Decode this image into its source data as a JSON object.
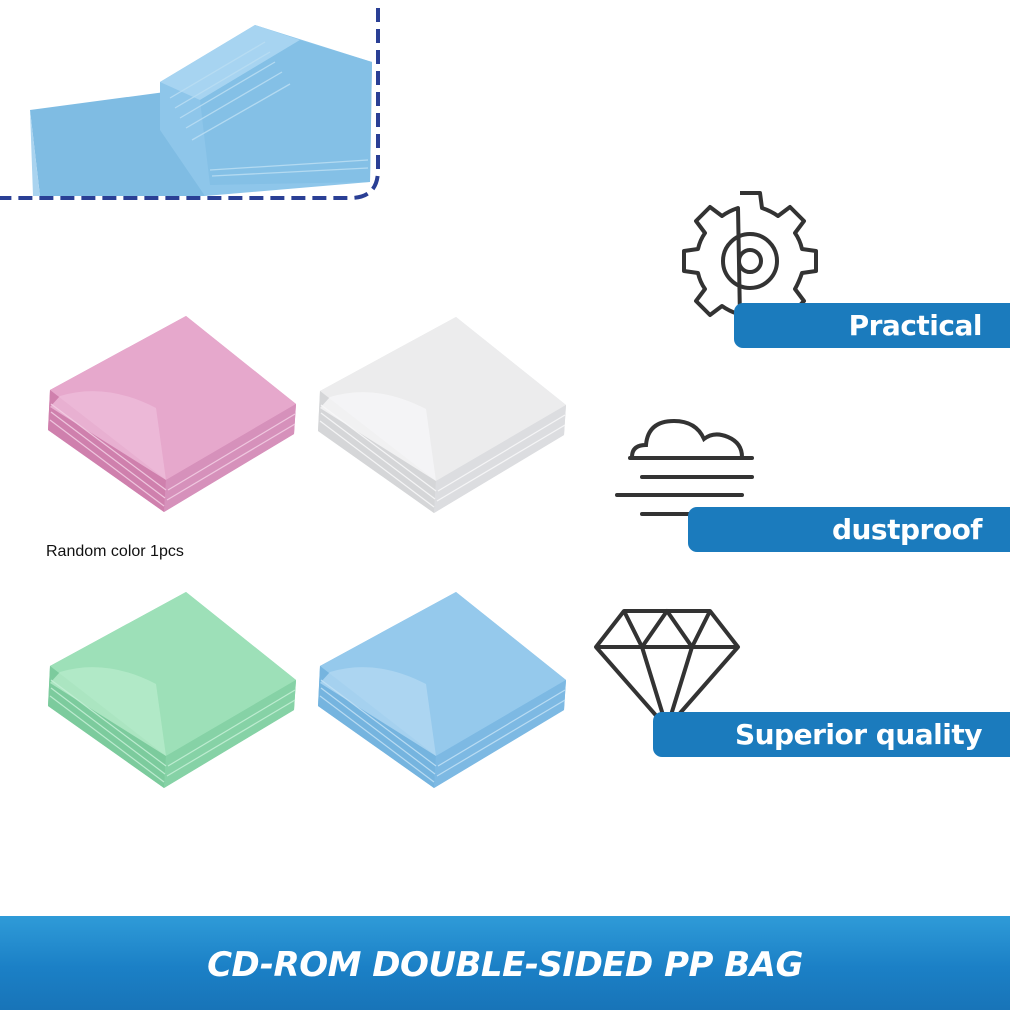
{
  "features": [
    {
      "label": "Practical",
      "icon": "gear-icon"
    },
    {
      "label": "dustproof",
      "icon": "fog-icon"
    },
    {
      "label": "Superior quality",
      "icon": "diamond-icon"
    }
  ],
  "caption": "Random color 1pcs",
  "footer": {
    "title": "CD-ROM DOUBLE-SIDED PP BAG"
  },
  "colors": {
    "accent": "#1b7bbd",
    "dashed_border": "#2a3f95",
    "sleeve_pink": "#e2a3c7",
    "sleeve_white": "#e9e9ea",
    "sleeve_green": "#97dcb3",
    "sleeve_blue": "#8fc6e8"
  }
}
